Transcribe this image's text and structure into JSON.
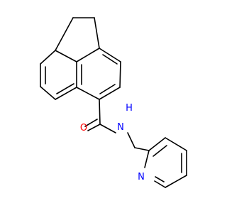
{
  "atoms": {
    "oxygen": "O",
    "amide_nitrogen": "N",
    "amide_hydrogen": "H",
    "pyridine_nitrogen": "N"
  },
  "colors": {
    "oxygen": "#ff0000",
    "nitrogen": "#0000ff",
    "bond": "#000000",
    "background": "#ffffff"
  }
}
